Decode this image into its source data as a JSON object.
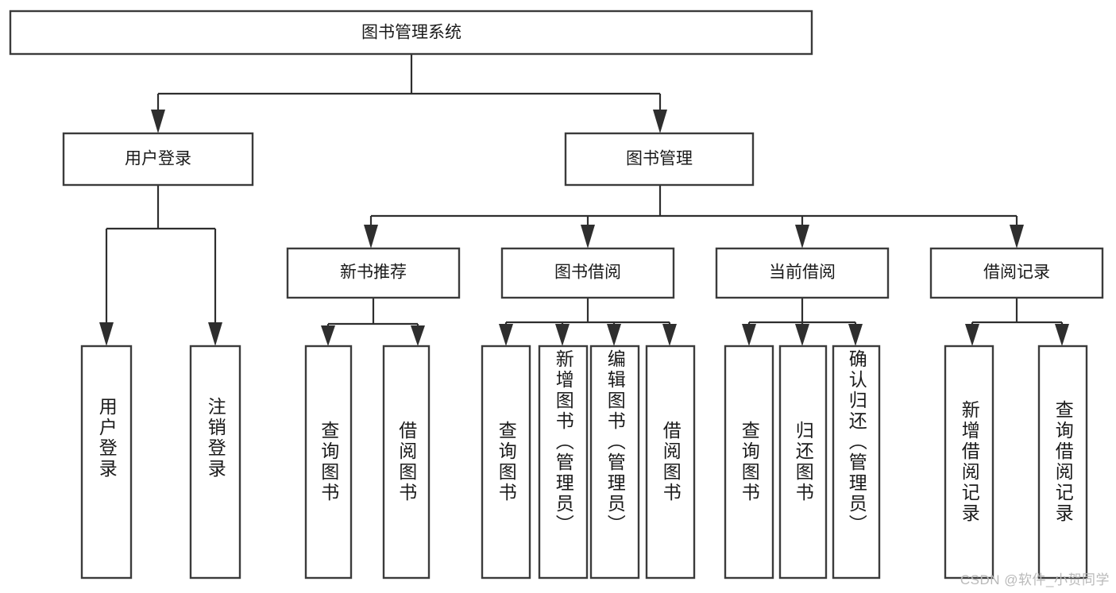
{
  "diagram": {
    "title": "图书管理系统",
    "type": "hierarchy-tree",
    "watermark": "CSDN @软件_小贺同学",
    "colors": {
      "box_stroke": "#3b3b3b",
      "connector": "#2e2e2e",
      "background": "#ffffff",
      "text": "#1a1a1a",
      "watermark": "#b9b9b9"
    },
    "levels": {
      "root": {
        "label": "图书管理系统"
      },
      "level2": [
        {
          "label": "用户登录"
        },
        {
          "label": "图书管理"
        }
      ],
      "level3": [
        {
          "label": "新书推荐"
        },
        {
          "label": "图书借阅"
        },
        {
          "label": "当前借阅"
        },
        {
          "label": "借阅记录"
        }
      ],
      "leaves": {
        "user_login": [
          {
            "label": "用户登录"
          },
          {
            "label": "注销登录"
          }
        ],
        "new_book_recommend": [
          {
            "label": "查询图书"
          },
          {
            "label": "借阅图书"
          }
        ],
        "book_borrow": [
          {
            "label": "查询图书"
          },
          {
            "label": "新增图书（管理员）"
          },
          {
            "label": "编辑图书（管理员）"
          },
          {
            "label": "借阅图书"
          }
        ],
        "current_borrow": [
          {
            "label": "查询图书"
          },
          {
            "label": "归还图书"
          },
          {
            "label": "确认归还（管理员）"
          }
        ],
        "borrow_records": [
          {
            "label": "新增借阅记录"
          },
          {
            "label": "查询借阅记录"
          }
        ]
      }
    }
  }
}
